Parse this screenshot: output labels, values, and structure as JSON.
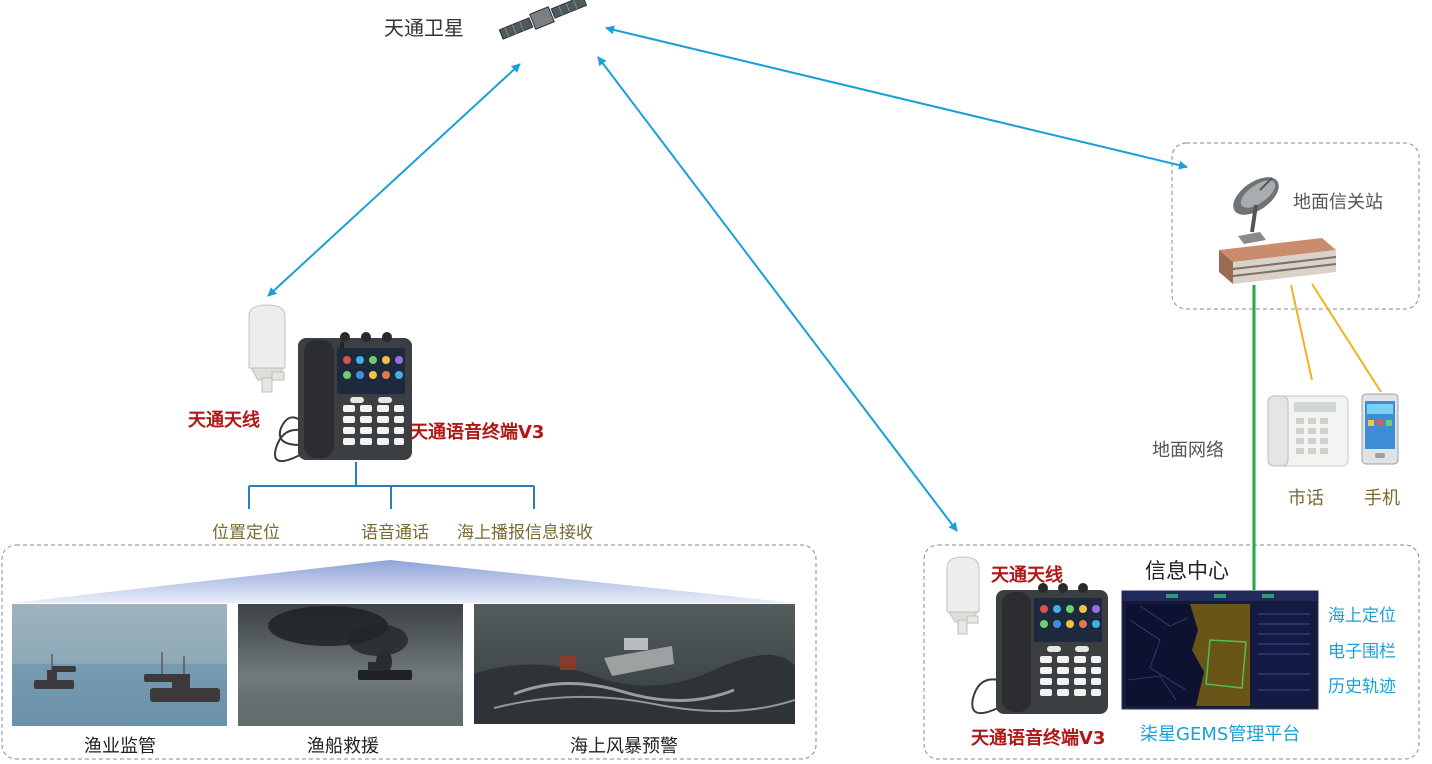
{
  "satellite": {
    "label": "天通卫星"
  },
  "gateway": {
    "label": "地面信关站"
  },
  "ground_network": {
    "label": "地面网络"
  },
  "city_phone": {
    "label": "市话"
  },
  "mobile_phone": {
    "label": "手机"
  },
  "left_terminal": {
    "antenna_label": "天通天线",
    "terminal_label": "天通语音终端V3",
    "functions": [
      "位置定位",
      "语音通话",
      "海上播报信息接收"
    ]
  },
  "scenarios": [
    "渔业监管",
    "渔船救援",
    "海上风暴预警"
  ],
  "info_center": {
    "title": "信息中心",
    "antenna_label": "天通天线",
    "terminal_label": "天通语音终端V3",
    "platform_label": "柒星GEMS管理平台",
    "features": [
      "海上定位",
      "电子围栏",
      "历史轨迹"
    ]
  },
  "colors": {
    "satellite_link": "#1aa0d8",
    "ground_link": "#22a94a",
    "phone_link": "#f2b21c",
    "box_border": "#7d8ba6"
  }
}
